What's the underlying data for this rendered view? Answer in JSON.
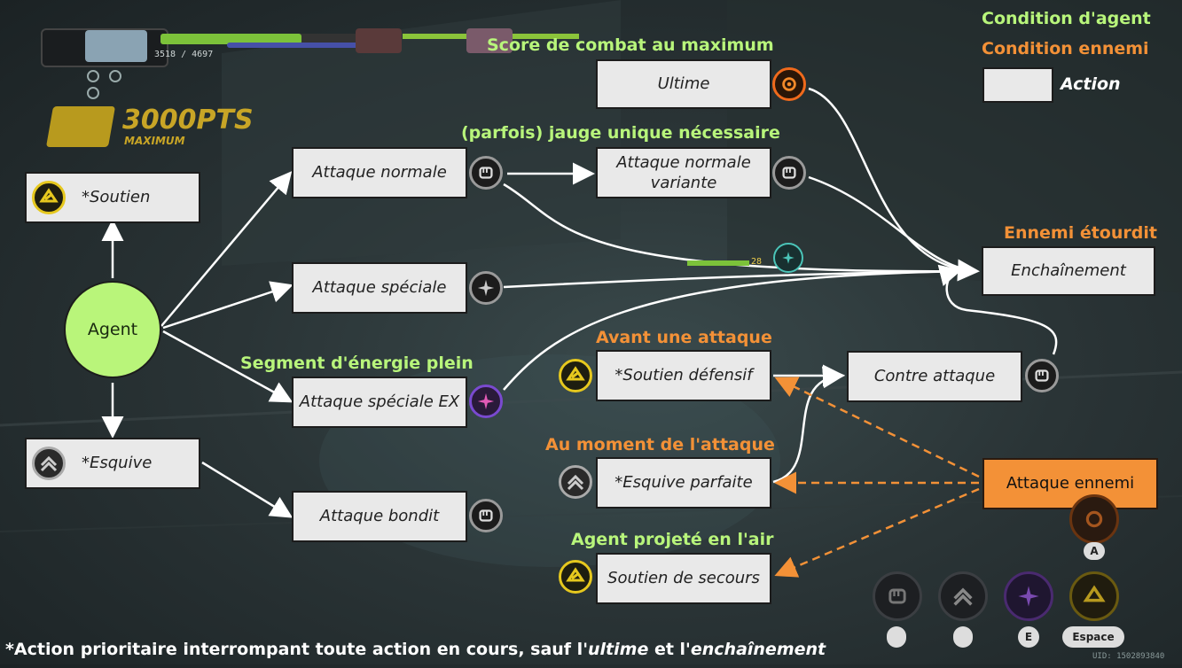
{
  "legend": {
    "agent_condition": "Condition d'agent",
    "enemy_condition": "Condition ennemi",
    "action": "Action"
  },
  "hud": {
    "hp": "3518 / 4697",
    "score_text": "3000PTS",
    "score_sub": "MAXIMUM",
    "enemy_level": "28",
    "key_a": "A",
    "key_e": "E",
    "key_space": "Espace",
    "uid": "UID: 1502893840"
  },
  "nodes": {
    "agent": "Agent",
    "soutien": "*Soutien",
    "esquive": "*Esquive",
    "attaque_normale": "Attaque normale",
    "attaque_speciale": "Attaque spéciale",
    "attaque_speciale_ex": "Attaque spéciale EX",
    "attaque_bondit": "Attaque bondit",
    "ultime": "Ultime",
    "attaque_normale_variante": "Attaque normale variante",
    "enchainement": "Enchaînement",
    "soutien_defensif": "*Soutien défensif",
    "contre_attaque": "Contre attaque",
    "esquive_parfaite": "*Esquive parfaite",
    "soutien_secours": "Soutien de secours",
    "attaque_ennemi": "Attaque ennemi"
  },
  "conditions": {
    "score_max": "Score de combat au maximum",
    "jauge_unique": "(parfois) jauge unique nécessaire",
    "segment_energie": "Segment d'énergie plein",
    "ennemi_etourdit": "Ennemi étourdit",
    "avant_attaque": "Avant une attaque",
    "moment_attaque": "Au moment de l'attaque",
    "agent_projete": "Agent projeté en l'air"
  },
  "footnote": {
    "prefix": "*Action prioritaire interrompant toute action en cours, sauf l'",
    "ultime": "ultime",
    "middle": " et l'",
    "enchainement": "enchaînement"
  },
  "colors": {
    "agent_condition": "#b8f57b",
    "enemy_condition": "#f39137",
    "box": "#e9e9e9",
    "agent_node": "#b9f57a",
    "enemy_node": "#f39137"
  }
}
